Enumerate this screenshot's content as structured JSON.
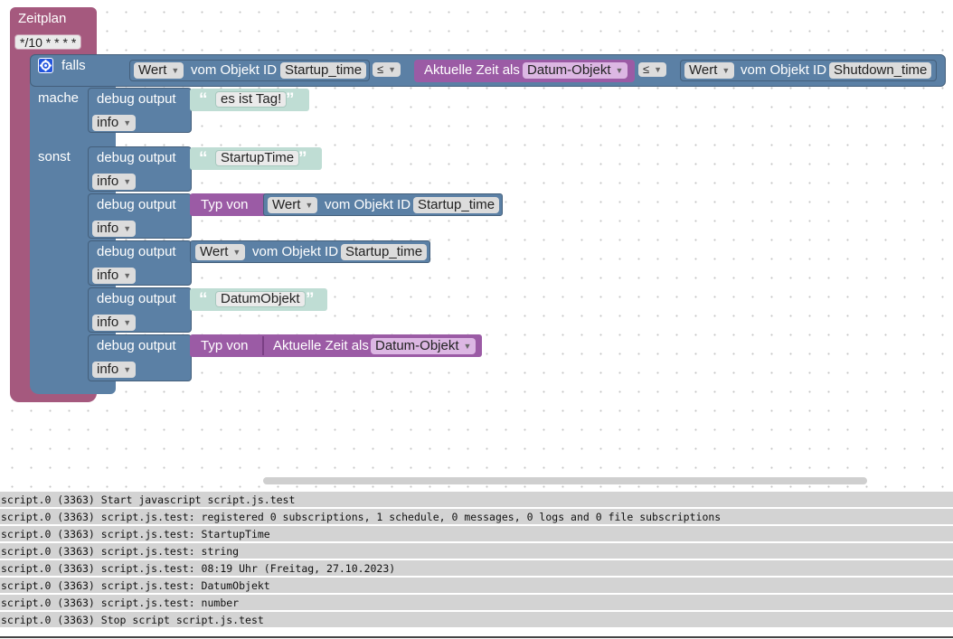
{
  "schedule": {
    "title": "Zeitplan",
    "cron": "*/10 * * * *"
  },
  "if_block": {
    "falls": "falls",
    "mache": "mache",
    "sonst": "sonst",
    "condition": {
      "left": {
        "prop": "Wert",
        "object_label": "vom Objekt ID",
        "object_id": "Startup_time"
      },
      "op1": "≤",
      "middle": {
        "label": "Aktuelle Zeit als",
        "format": "Datum-Objekt"
      },
      "op2": "≤",
      "right": {
        "prop": "Wert",
        "object_label": "vom Objekt ID",
        "object_id": "Shutdown_time"
      }
    }
  },
  "blocks": {
    "debug_label": "debug output",
    "level": "info",
    "mache_text": "es ist Tag!",
    "sonst_text1": "StartupTime",
    "typeof_label": "Typ von",
    "wert": "Wert",
    "object_label": "vom Objekt ID",
    "startup_id": "Startup_time",
    "sonst_text2": "DatumObjekt",
    "current_time_label": "Aktuelle Zeit als",
    "date_object": "Datum-Objekt"
  },
  "log": [
    "script.0 (3363) Start javascript script.js.test",
    "script.0 (3363) script.js.test: registered 0 subscriptions, 1 schedule, 0 messages, 0 logs and 0 file subscriptions",
    "script.0 (3363) script.js.test: StartupTime",
    "script.0 (3363) script.js.test: string",
    "script.0 (3363) script.js.test: 08:19 Uhr (Freitag, 27.10.2023)",
    "script.0 (3363) script.js.test: DatumObjekt",
    "script.0 (3363) script.js.test: number",
    "script.0 (3363) Stop script script.js.test"
  ],
  "colors": {
    "logic": "#5b80a5",
    "time": "#9b5ba5",
    "text": "#bfddd4",
    "schedule": "#a5597e"
  },
  "icons": [
    "gear-icon",
    "dropdown-arrow-icon",
    "quote-open-icon",
    "quote-close-icon"
  ]
}
